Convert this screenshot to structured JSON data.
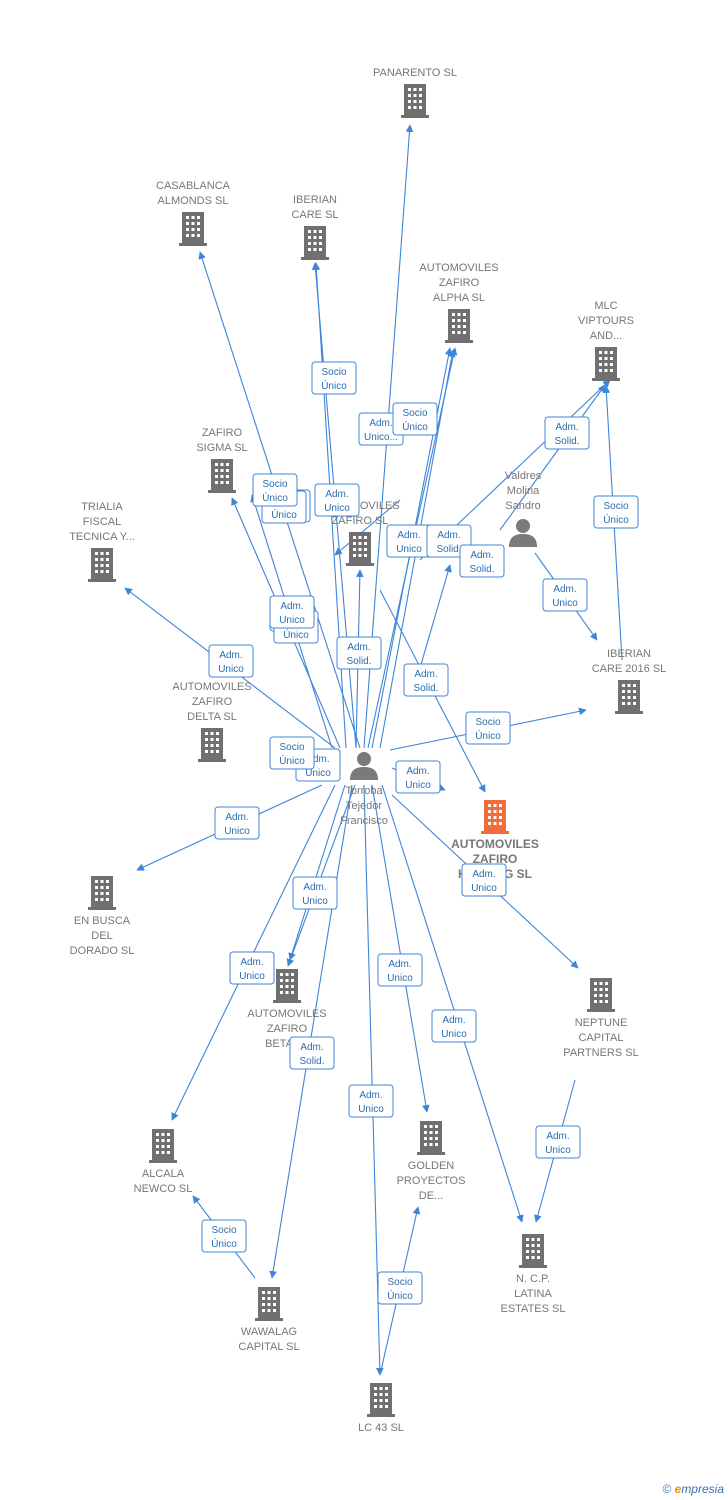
{
  "colors": {
    "company": "#707070",
    "focus_company": "#f26b3a",
    "person": "#7a7a7a",
    "edge": "#3d85d8",
    "label_border": "#3d85d8",
    "label_text": "#2a6db0"
  },
  "nodes": [
    {
      "id": "panarento",
      "type": "company",
      "lines": [
        "PANARENTO SL"
      ]
    },
    {
      "id": "casablanca",
      "type": "company",
      "lines": [
        "CASABLANCA",
        "ALMONDS  SL"
      ]
    },
    {
      "id": "iberian_care",
      "type": "company",
      "lines": [
        "IBERIAN",
        "CARE  SL"
      ]
    },
    {
      "id": "zafiro_alpha",
      "type": "company",
      "lines": [
        "AUTOMOVILES",
        "ZAFIRO",
        "ALPHA  SL"
      ]
    },
    {
      "id": "mlc",
      "type": "company",
      "lines": [
        "MLC",
        "VIPTOURS",
        "AND..."
      ]
    },
    {
      "id": "zafiro_sigma",
      "type": "company",
      "lines": [
        "ZAFIRO",
        "SIGMA  SL"
      ]
    },
    {
      "id": "valdres",
      "type": "person",
      "lines": [
        "Valdres",
        "Molina",
        "Sandro"
      ]
    },
    {
      "id": "trialia",
      "type": "company",
      "lines": [
        "TRIALIA",
        "FISCAL",
        "TECNICA Y..."
      ]
    },
    {
      "id": "zafiro_sl",
      "type": "company",
      "lines": [
        "AUTOMOVILES",
        "ZAFIRO  SL"
      ]
    },
    {
      "id": "iberian_2016",
      "type": "company",
      "lines": [
        "IBERIAN",
        "CARE 2016  SL"
      ]
    },
    {
      "id": "zafiro_delta",
      "type": "company",
      "lines": [
        "AUTOMOVILES",
        "ZAFIRO",
        "DELTA  SL"
      ]
    },
    {
      "id": "torroba",
      "type": "person",
      "lines": [
        "Torroba",
        "Tejedor",
        "Francisco"
      ]
    },
    {
      "id": "zafiro_focus",
      "type": "focus",
      "lines": [
        "AUTOMOVILES",
        "ZAFIRO",
        "HOLDING  SL"
      ]
    },
    {
      "id": "en_busca",
      "type": "company",
      "lines": [
        "EN BUSCA",
        "DEL",
        "DORADO  SL"
      ]
    },
    {
      "id": "zafiro_beta",
      "type": "company",
      "lines": [
        "AUTOMOVILES",
        "ZAFIRO",
        "BETA  SL"
      ]
    },
    {
      "id": "neptune",
      "type": "company",
      "lines": [
        "NEPTUNE",
        "CAPITAL",
        "PARTNERS  SL"
      ]
    },
    {
      "id": "alcala",
      "type": "company",
      "lines": [
        "ALCALA",
        "NEWCO  SL"
      ]
    },
    {
      "id": "golden",
      "type": "company",
      "lines": [
        "GOLDEN",
        "PROYECTOS",
        "DE..."
      ]
    },
    {
      "id": "ncp",
      "type": "company",
      "lines": [
        "N. C.P.",
        "LATINA",
        "ESTATES  SL"
      ]
    },
    {
      "id": "wawalag",
      "type": "company",
      "lines": [
        "WAWALAG",
        "CAPITAL  SL"
      ]
    },
    {
      "id": "lc43",
      "type": "company",
      "lines": [
        "LC 43 SL"
      ]
    }
  ],
  "edge_labels": [
    {
      "id": "l1",
      "lines": [
        "Socio",
        "Único"
      ]
    },
    {
      "id": "l2",
      "lines": [
        "Adm.",
        "Unico..."
      ]
    },
    {
      "id": "l3",
      "lines": [
        "Socio",
        "Único"
      ]
    },
    {
      "id": "l4",
      "lines": [
        "Adm.",
        "Solid."
      ]
    },
    {
      "id": "l5",
      "lines": [
        "Socio",
        "Único"
      ]
    },
    {
      "id": "l6",
      "lines": [
        "Adm.",
        "Unico"
      ]
    },
    {
      "id": "l7",
      "lines": [
        "Socio",
        "Único"
      ]
    },
    {
      "id": "l8",
      "lines": [
        "Adm.",
        "Unico"
      ]
    },
    {
      "id": "l9",
      "lines": [
        "Adm.",
        "Unico"
      ]
    },
    {
      "id": "l10",
      "lines": [
        "Adm.",
        "Solid."
      ]
    },
    {
      "id": "l11",
      "lines": [
        "Adm.",
        "Solid."
      ]
    },
    {
      "id": "l12",
      "lines": [
        "Adm.",
        "Solid."
      ]
    },
    {
      "id": "l13",
      "lines": [
        "Adm.",
        "Unico"
      ]
    },
    {
      "id": "l14",
      "lines": [
        "Socio",
        "Único"
      ]
    },
    {
      "id": "l15",
      "lines": [
        "Adm.",
        "Unico"
      ]
    },
    {
      "id": "l16",
      "lines": [
        "Adm.",
        "Solid."
      ]
    },
    {
      "id": "l17",
      "lines": [
        "Socio",
        "Único"
      ]
    },
    {
      "id": "l18",
      "lines": [
        "Adm.",
        "Solid."
      ]
    },
    {
      "id": "l19",
      "lines": [
        "Adm.",
        "Unico"
      ]
    },
    {
      "id": "l20",
      "lines": [
        "Socio",
        "Único"
      ]
    },
    {
      "id": "l21",
      "lines": [
        "Adm.",
        "Unico"
      ]
    },
    {
      "id": "l22",
      "lines": [
        "Adm.",
        "Unico"
      ]
    },
    {
      "id": "l23",
      "lines": [
        "Adm.",
        "Unico"
      ]
    },
    {
      "id": "l24",
      "lines": [
        "Adm.",
        "Unico"
      ]
    },
    {
      "id": "l25",
      "lines": [
        "Adm.",
        "Unico"
      ]
    },
    {
      "id": "l26",
      "lines": [
        "Adm.",
        "Unico"
      ]
    },
    {
      "id": "l27",
      "lines": [
        "Adm.",
        "Unico"
      ]
    },
    {
      "id": "l28",
      "lines": [
        "Adm.",
        "Unico"
      ]
    },
    {
      "id": "l29",
      "lines": [
        "Adm.",
        "Solid."
      ]
    },
    {
      "id": "l30",
      "lines": [
        "Adm.",
        "Unico"
      ]
    },
    {
      "id": "l31",
      "lines": [
        "Socio",
        "Único"
      ]
    },
    {
      "id": "l32",
      "lines": [
        "Socio",
        "Único"
      ]
    },
    {
      "id": "l33",
      "lines": [
        "Socio",
        "Único"
      ]
    },
    {
      "id": "l34",
      "lines": [
        "Adm.",
        "Unico"
      ]
    }
  ],
  "footer": {
    "copyright": "©",
    "brand_initial": "e",
    "brand_rest": "mpresia"
  }
}
